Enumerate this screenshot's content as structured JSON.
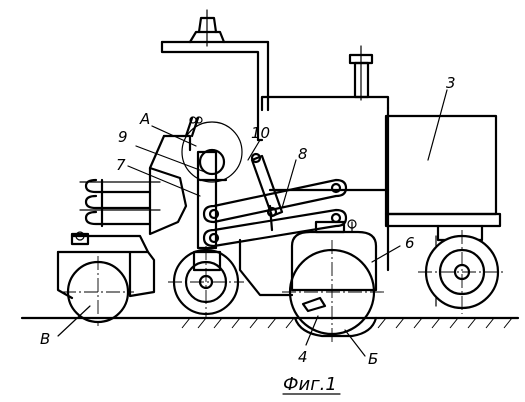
{
  "figure": {
    "caption": "Фиг.1",
    "labels": {
      "l3": "3",
      "l4": "4",
      "l6": "6",
      "l7": "7",
      "l8": "8",
      "l9": "9",
      "l10": "10",
      "lA": "А",
      "lB": "Б",
      "lV": "В"
    }
  }
}
